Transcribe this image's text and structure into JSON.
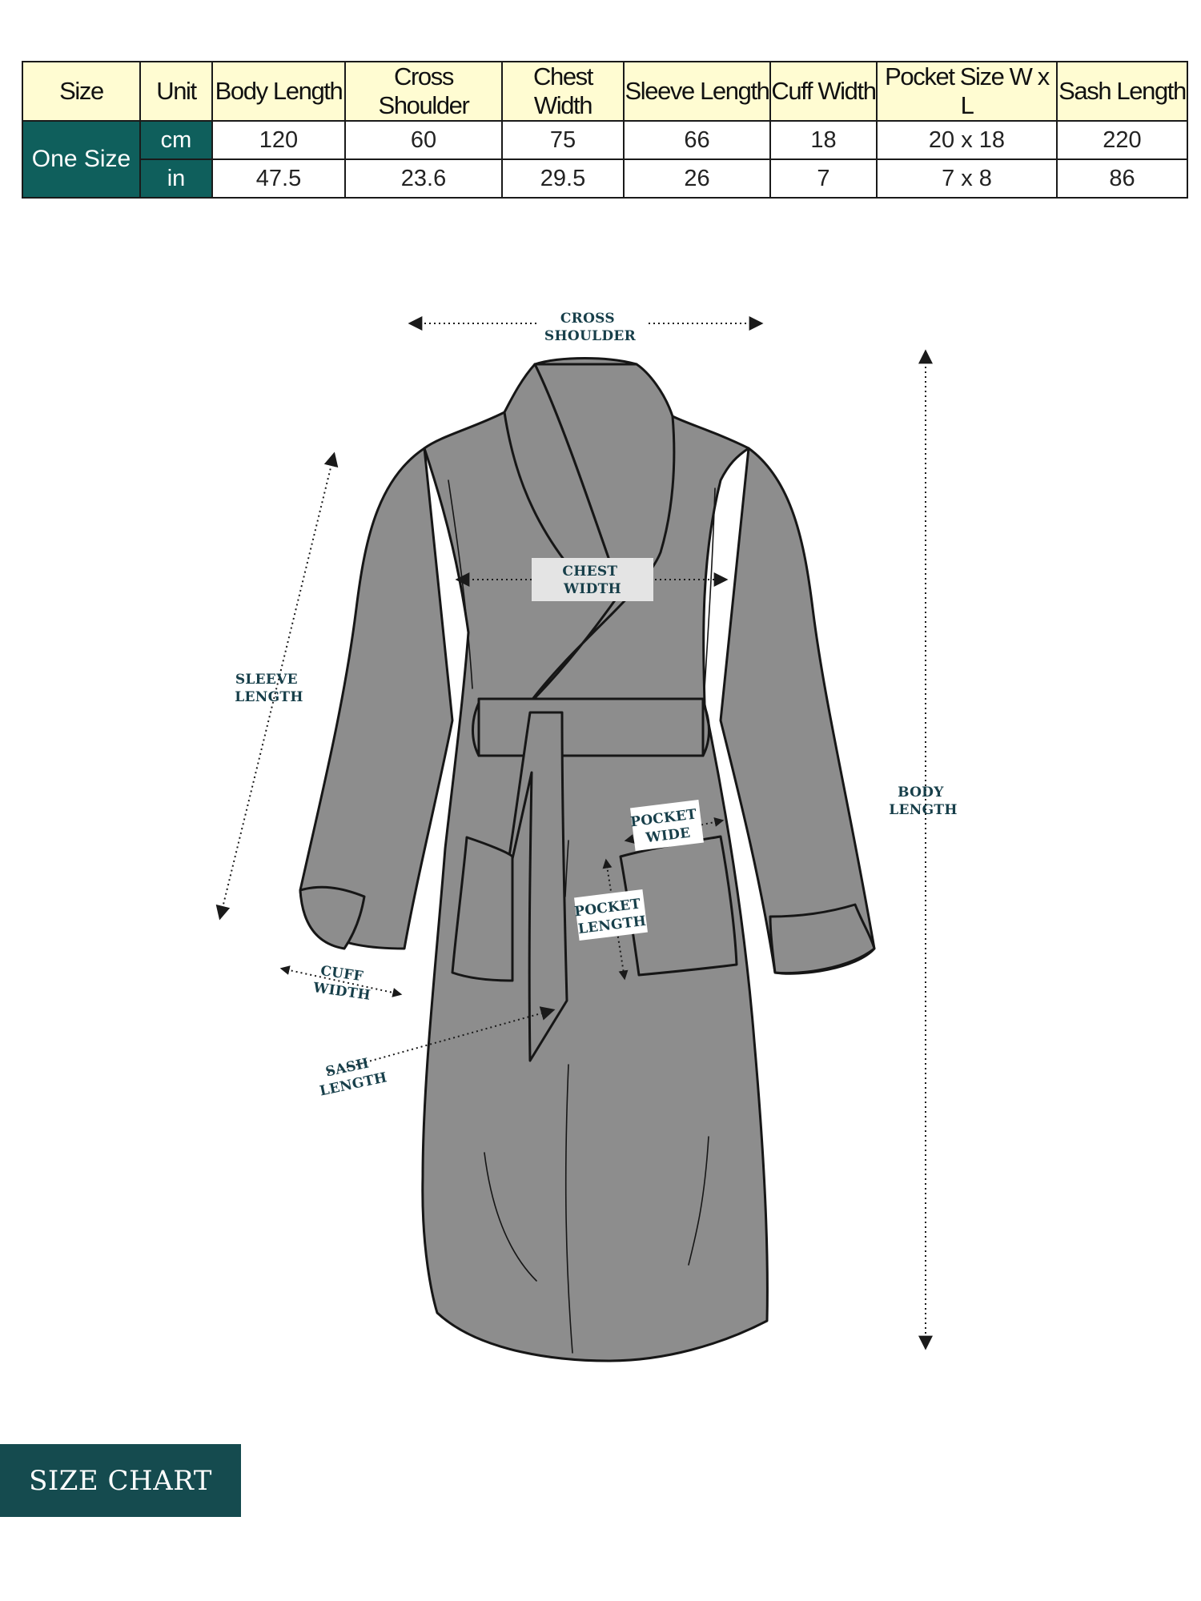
{
  "table": {
    "headers": [
      "Size",
      "Unit",
      "Body Length",
      "Cross Shoulder",
      "Chest Width",
      "Sleeve Length",
      "Cuff Width",
      "Pocket Size W x L",
      "Sash Length"
    ],
    "size_label": "One Size",
    "rows": [
      {
        "unit": "cm",
        "values": [
          "120",
          "60",
          "75",
          "66",
          "18",
          "20 x 18",
          "220"
        ]
      },
      {
        "unit": "in",
        "values": [
          "47.5",
          "23.6",
          "29.5",
          "26",
          "7",
          "7 x 8",
          "86"
        ]
      }
    ]
  },
  "diagram": {
    "cross_shoulder": [
      "CROSS",
      "SHOULDER"
    ],
    "chest_width": [
      "CHEST",
      "WIDTH"
    ],
    "sleeve_length": [
      "SLEEVE",
      "LENGTH"
    ],
    "body_length": [
      "BODY",
      "LENGTH"
    ],
    "pocket_wide": [
      "POCKET",
      "WIDE"
    ],
    "pocket_length": [
      "POCKET",
      "LENGTH"
    ],
    "cuff_width": [
      "CUFF",
      "WIDTH"
    ],
    "sash_length": [
      "SASH",
      "LENGTH"
    ]
  },
  "badge": "SIZE CHART",
  "colors": {
    "header_bg": "#fffcd2",
    "teal": "#0f5f5c",
    "robe_fill": "#8d8d8d",
    "label_text": "#173f4a"
  }
}
